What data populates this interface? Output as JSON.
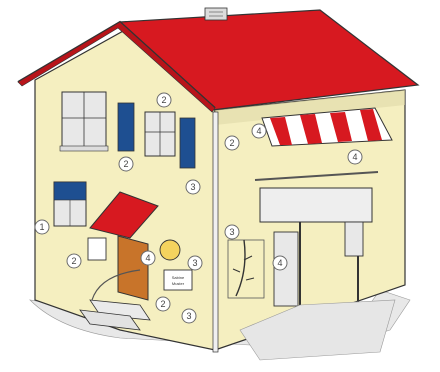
{
  "illustration": {
    "colors": {
      "roof": "#d71920",
      "wall": "#f5efc0",
      "shutters": "#1e4f91",
      "door": "#c8742a",
      "awning_stripe": "#d71920",
      "lamp": "#f4d35e"
    },
    "sign_text": [
      "Sabine",
      "Muster"
    ],
    "markers": [
      {
        "label": "1"
      },
      {
        "label": "2"
      },
      {
        "label": "2"
      },
      {
        "label": "2"
      },
      {
        "label": "3"
      },
      {
        "label": "2"
      },
      {
        "label": "4"
      },
      {
        "label": "3"
      },
      {
        "label": "2"
      },
      {
        "label": "3"
      },
      {
        "label": "4"
      },
      {
        "label": "3"
      },
      {
        "label": "4"
      },
      {
        "label": "4"
      }
    ]
  }
}
